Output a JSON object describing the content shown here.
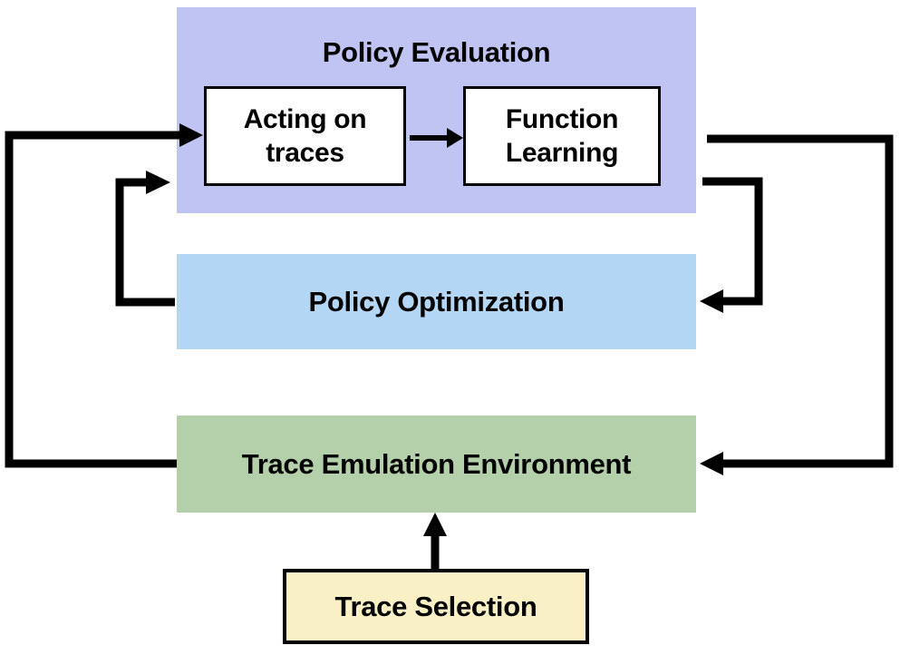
{
  "diagram": {
    "background_color": "#ffffff",
    "arrow_color": "#000000",
    "groups": {
      "policy_evaluation": {
        "label": "Policy Evaluation",
        "fill": "#bfc4f3"
      },
      "policy_optimization": {
        "label": "Policy Optimization",
        "fill": "#b3d6f4"
      },
      "trace_emulation_environment": {
        "label": "Trace Emulation Environment",
        "fill": "#b3d0aa"
      }
    },
    "nodes": {
      "acting_on_traces": {
        "label": "Acting on traces",
        "fill": "#ffffff",
        "border_color": "#000000"
      },
      "function_learning": {
        "label": "Function Learning",
        "fill": "#ffffff",
        "border_color": "#000000"
      },
      "trace_selection": {
        "label": "Trace Selection",
        "fill": "#faf0c6",
        "border_color": "#000000"
      }
    },
    "arrows": [
      {
        "name": "acting-on-traces-to-function-learning"
      },
      {
        "name": "trace-emulation-to-acting-on-traces"
      },
      {
        "name": "policy-optimization-to-policy-evaluation"
      },
      {
        "name": "policy-evaluation-to-policy-optimization"
      },
      {
        "name": "policy-evaluation-to-trace-emulation"
      },
      {
        "name": "trace-selection-to-trace-emulation"
      }
    ]
  }
}
